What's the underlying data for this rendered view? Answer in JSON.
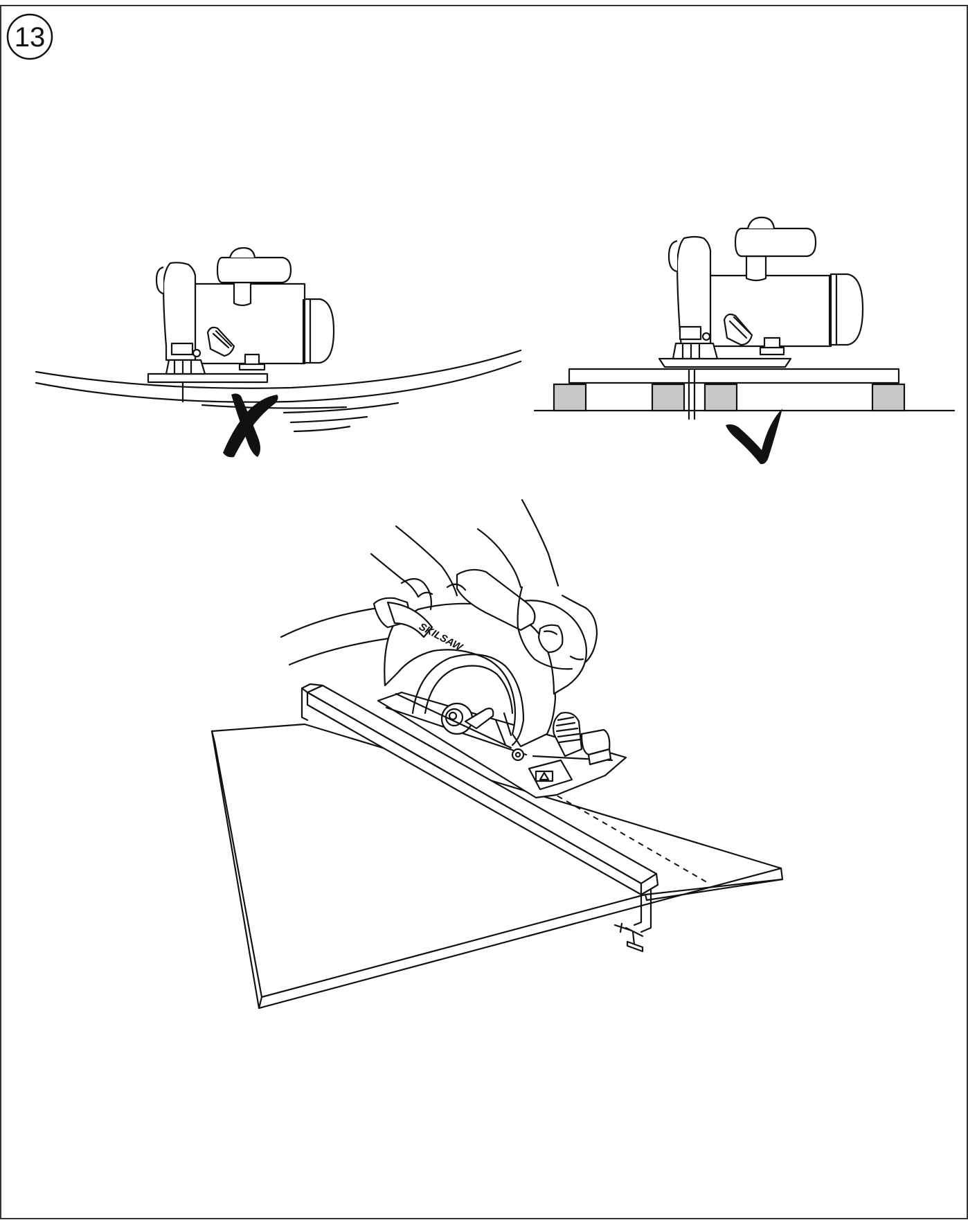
{
  "page": {
    "step_number": "13",
    "border_color": "#333333",
    "ink_color": "#111111",
    "block_fill_color": "#c8c8c8"
  },
  "panels": {
    "wrong": {
      "mark_icon": "cross-mark-icon",
      "meaning": "incorrect"
    },
    "correct": {
      "mark_icon": "check-mark-icon",
      "meaning": "correct"
    }
  },
  "main_illustration": {
    "saw_brand": "SKILSAW",
    "icons": [
      "hand-icon",
      "circular-saw-icon",
      "guide-rail-icon",
      "clamp-icon",
      "board-icon",
      "cut-line-icon"
    ]
  }
}
